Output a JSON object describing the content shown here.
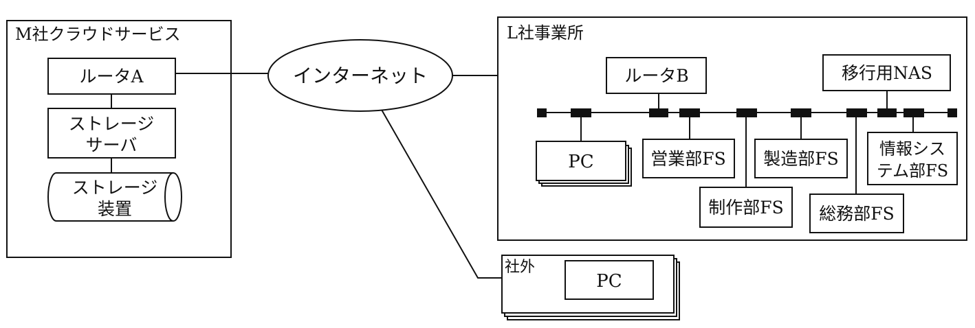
{
  "m_cloud": {
    "title": "M社クラウドサービス",
    "router": "ルータA",
    "storage_server_line1": "ストレージ",
    "storage_server_line2": "サーバ",
    "storage_device_line1": "ストレージ",
    "storage_device_line2": "装置"
  },
  "internet": {
    "label": "インターネット"
  },
  "l_office": {
    "title": "L社事業所",
    "router": "ルータB",
    "migration_nas": "移行用NAS",
    "pc": "PC",
    "sales_fs": "営業部FS",
    "manufacturing_fs": "製造部FS",
    "infosys_fs_line1": "情報シス",
    "infosys_fs_line2": "テム部FS",
    "production_fs": "制作部FS",
    "general_affairs_fs": "総務部FS"
  },
  "outside": {
    "title": "社外",
    "pc": "PC"
  }
}
